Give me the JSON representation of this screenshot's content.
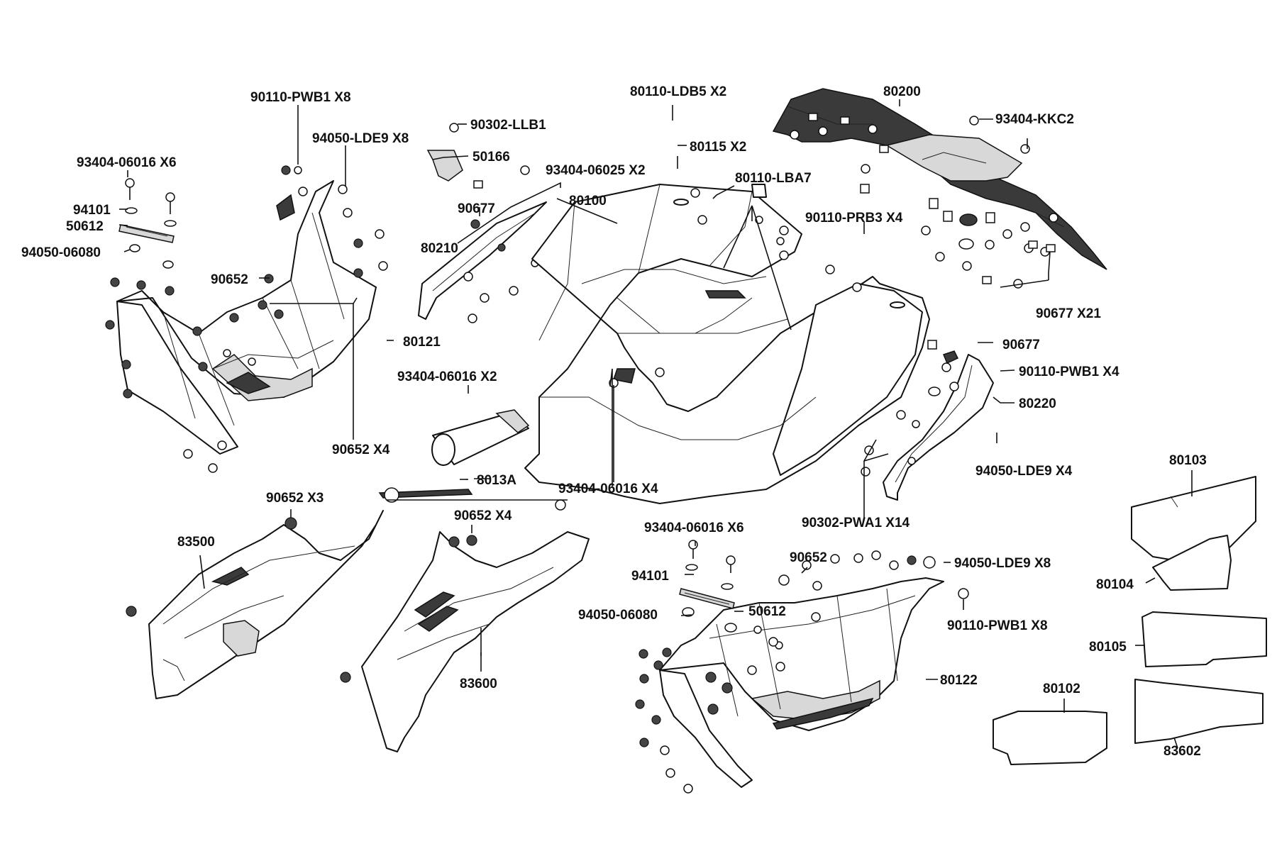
{
  "diagram": {
    "labels": [
      "90110-PWB1 X8",
      "94050-LDE9 X8",
      "93404-06016 X6",
      "94101",
      "50612",
      "94050-06080",
      "90652",
      "80121",
      "90652 X4",
      "90302-LLB1",
      "50166",
      "90677",
      "80210",
      "80110-LDB5  X2",
      "80115 X2",
      "93404-06025 X2",
      "80100",
      "80110-LBA7",
      "80200",
      "93404-KKC2",
      "90110-PRB3 X4",
      "90677  X21",
      "90677",
      "90110-PWB1 X4",
      "80220",
      "94050-LDE9 X4",
      "93404-06016 X2",
      "8013A",
      "93404-06016 X4",
      "90302-PWA1 X14",
      "90652  X3",
      "83500",
      "90652   X4",
      "83600",
      "93404-06016 X6",
      "94101",
      "50612",
      "94050-06080",
      "90652",
      "94050-LDE9 X8",
      "90110-PWB1 X8",
      "80122",
      "80103",
      "80104",
      "80105",
      "80102",
      "83602"
    ]
  }
}
